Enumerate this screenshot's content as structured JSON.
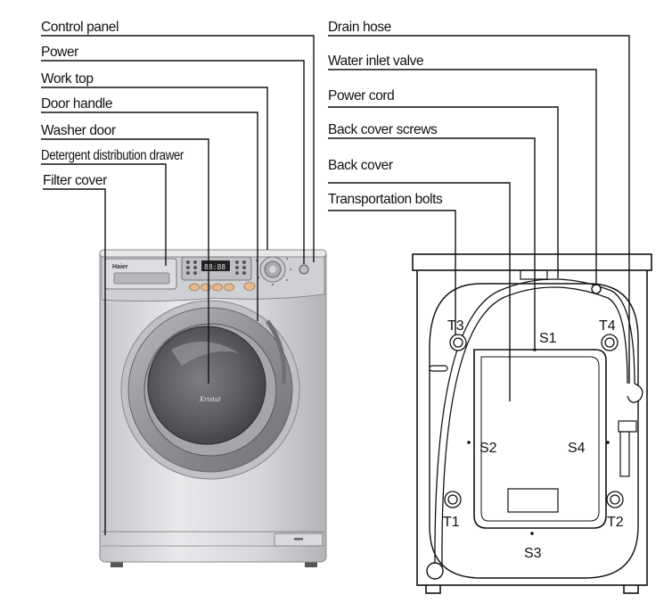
{
  "front_labels": {
    "control_panel": "Control panel",
    "power": "Power",
    "work_top": "Work top",
    "door_handle": "Door handle",
    "washer_door": "Washer door",
    "detergent_drawer": "Detergent distribution drawer",
    "filter_cover": "Filter cover"
  },
  "back_labels": {
    "drain_hose": "Drain hose",
    "water_inlet_valve": "Water inlet valve",
    "power_cord": "Power cord",
    "back_cover_screws": "Back cover screws",
    "back_cover": "Back cover",
    "transportation_bolts": "Transportation bolts"
  },
  "bolt_markers": {
    "t1": "T1",
    "t2": "T2",
    "t3": "T3",
    "t4": "T4"
  },
  "screw_markers": {
    "s1": "S1",
    "s2": "S2",
    "s3": "S3",
    "s4": "S4"
  },
  "machine_text": {
    "brand": "Haier",
    "door_logo": "Kristal",
    "display": "88:88"
  },
  "colors": {
    "ink": "#111111",
    "body": "#d9dadc",
    "door_ring": "#9a9ca0",
    "buttons": "#e3b88c"
  }
}
